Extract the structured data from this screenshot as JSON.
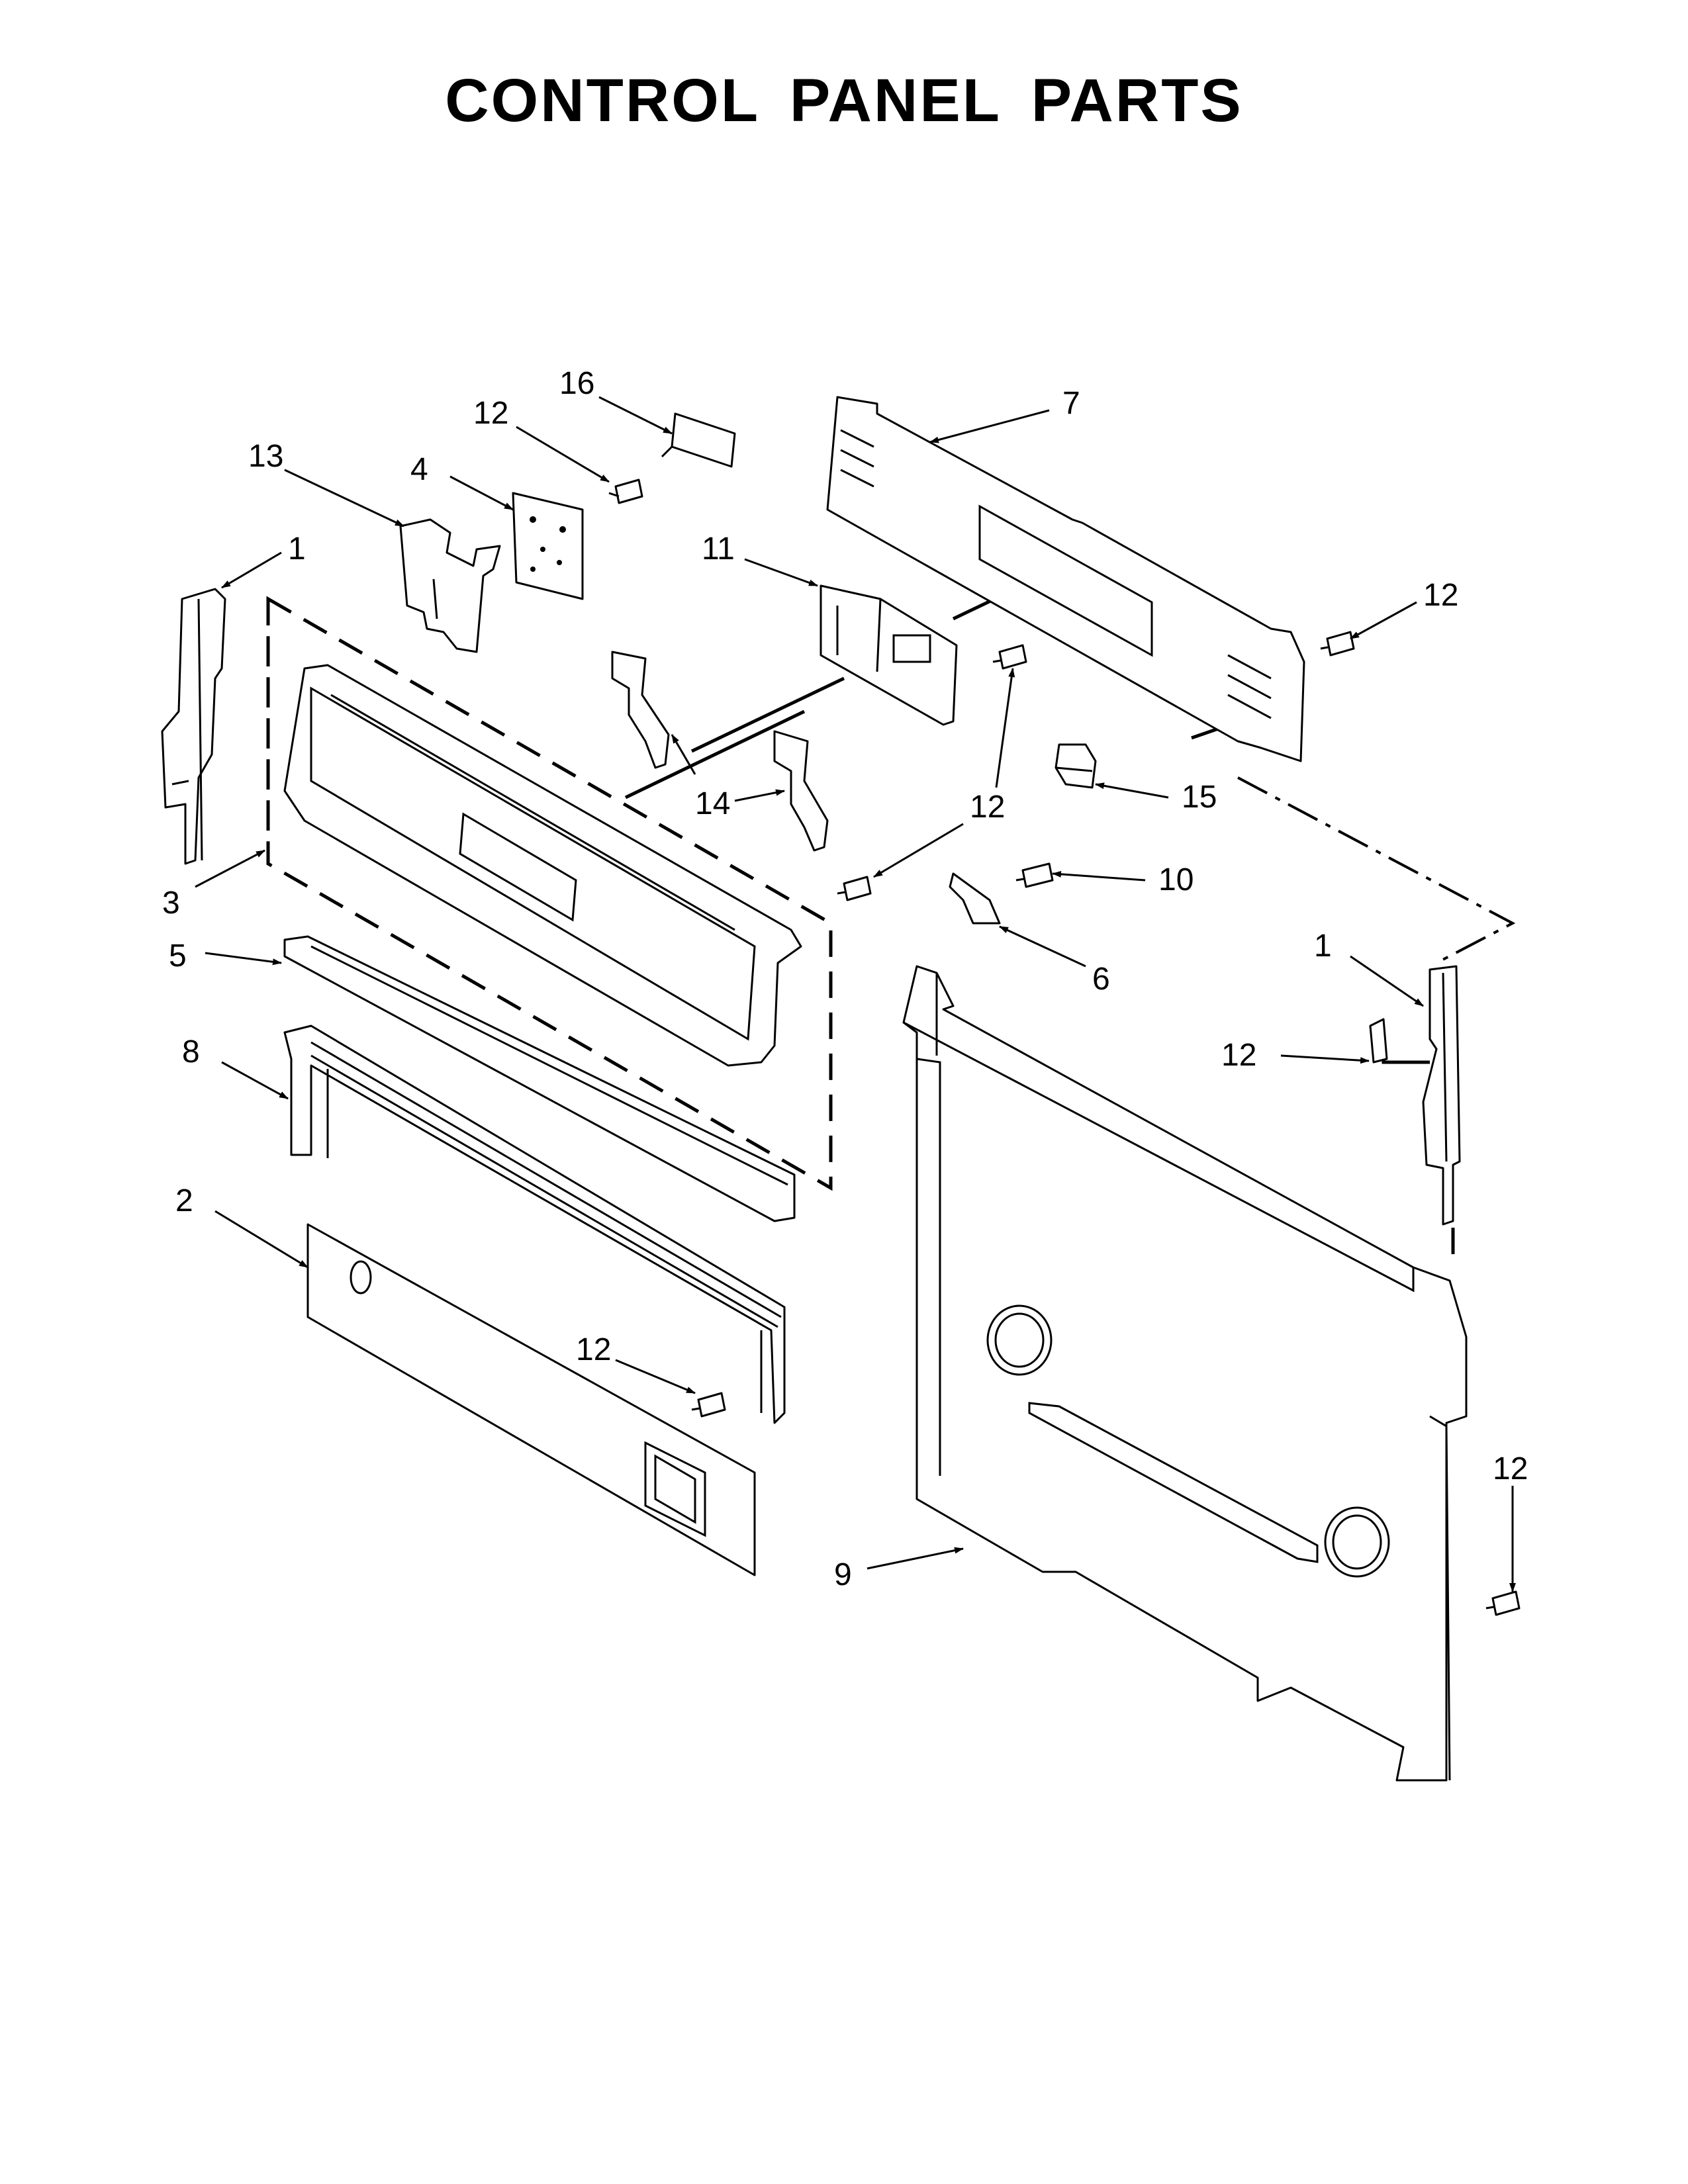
{
  "title": "CONTROL PANEL PARTS",
  "callouts": {
    "c1_left": "1",
    "c1_right": "1",
    "c2": "2",
    "c3": "3",
    "c4": "4",
    "c5": "5",
    "c6": "6",
    "c7": "7",
    "c8": "8",
    "c9": "9",
    "c10": "10",
    "c11": "11",
    "c12_top": "12",
    "c12_right_top": "12",
    "c12_mid": "12",
    "c12_right_bracket": "12",
    "c12_lower_left": "12",
    "c12_bottom_right": "12",
    "c13": "13",
    "c14": "14",
    "c15": "15",
    "c16": "16"
  }
}
